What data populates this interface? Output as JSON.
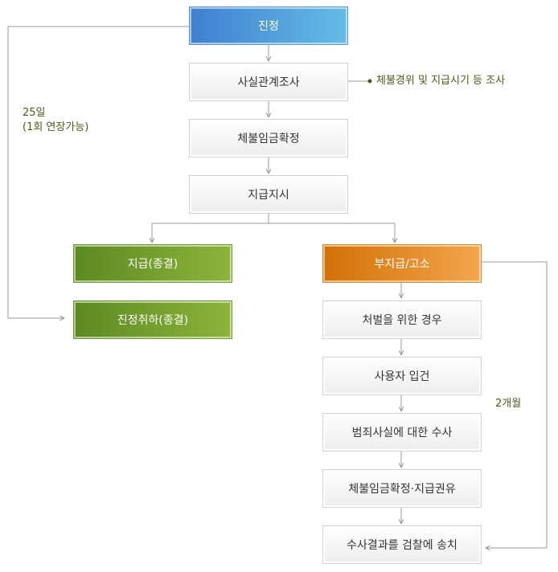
{
  "nodes": {
    "petition": "진정",
    "fact_investigation": "사실관계조사",
    "unpaid_wage_confirm": "체불임금확정",
    "payment_order": "지급지시",
    "paid_closed": "지급(종결)",
    "withdrawn_closed": "진정취하(종결)",
    "nonpayment_complaint": "부지급/고소",
    "punishment_wanted": "처벌을 위한 경우",
    "employer_booked": "사용자 입건",
    "crime_investigation": "범죄사실에 대한 수사",
    "wage_confirm_recommend": "체불임금확정·지급권유",
    "send_to_prosecution": "수사결과를 검찰에 송치"
  },
  "notes": {
    "investigation_scope": "체불경위 및 지급시기 등 조사",
    "deadline_line1": "25일",
    "deadline_line2": "(1회 연장가능)",
    "two_months": "2개월"
  },
  "colors": {
    "blue": "#4a90d9",
    "green": "#6f9a2c",
    "orange": "#e0801a",
    "note_text": "#4d5a16",
    "connector": "#999999"
  }
}
